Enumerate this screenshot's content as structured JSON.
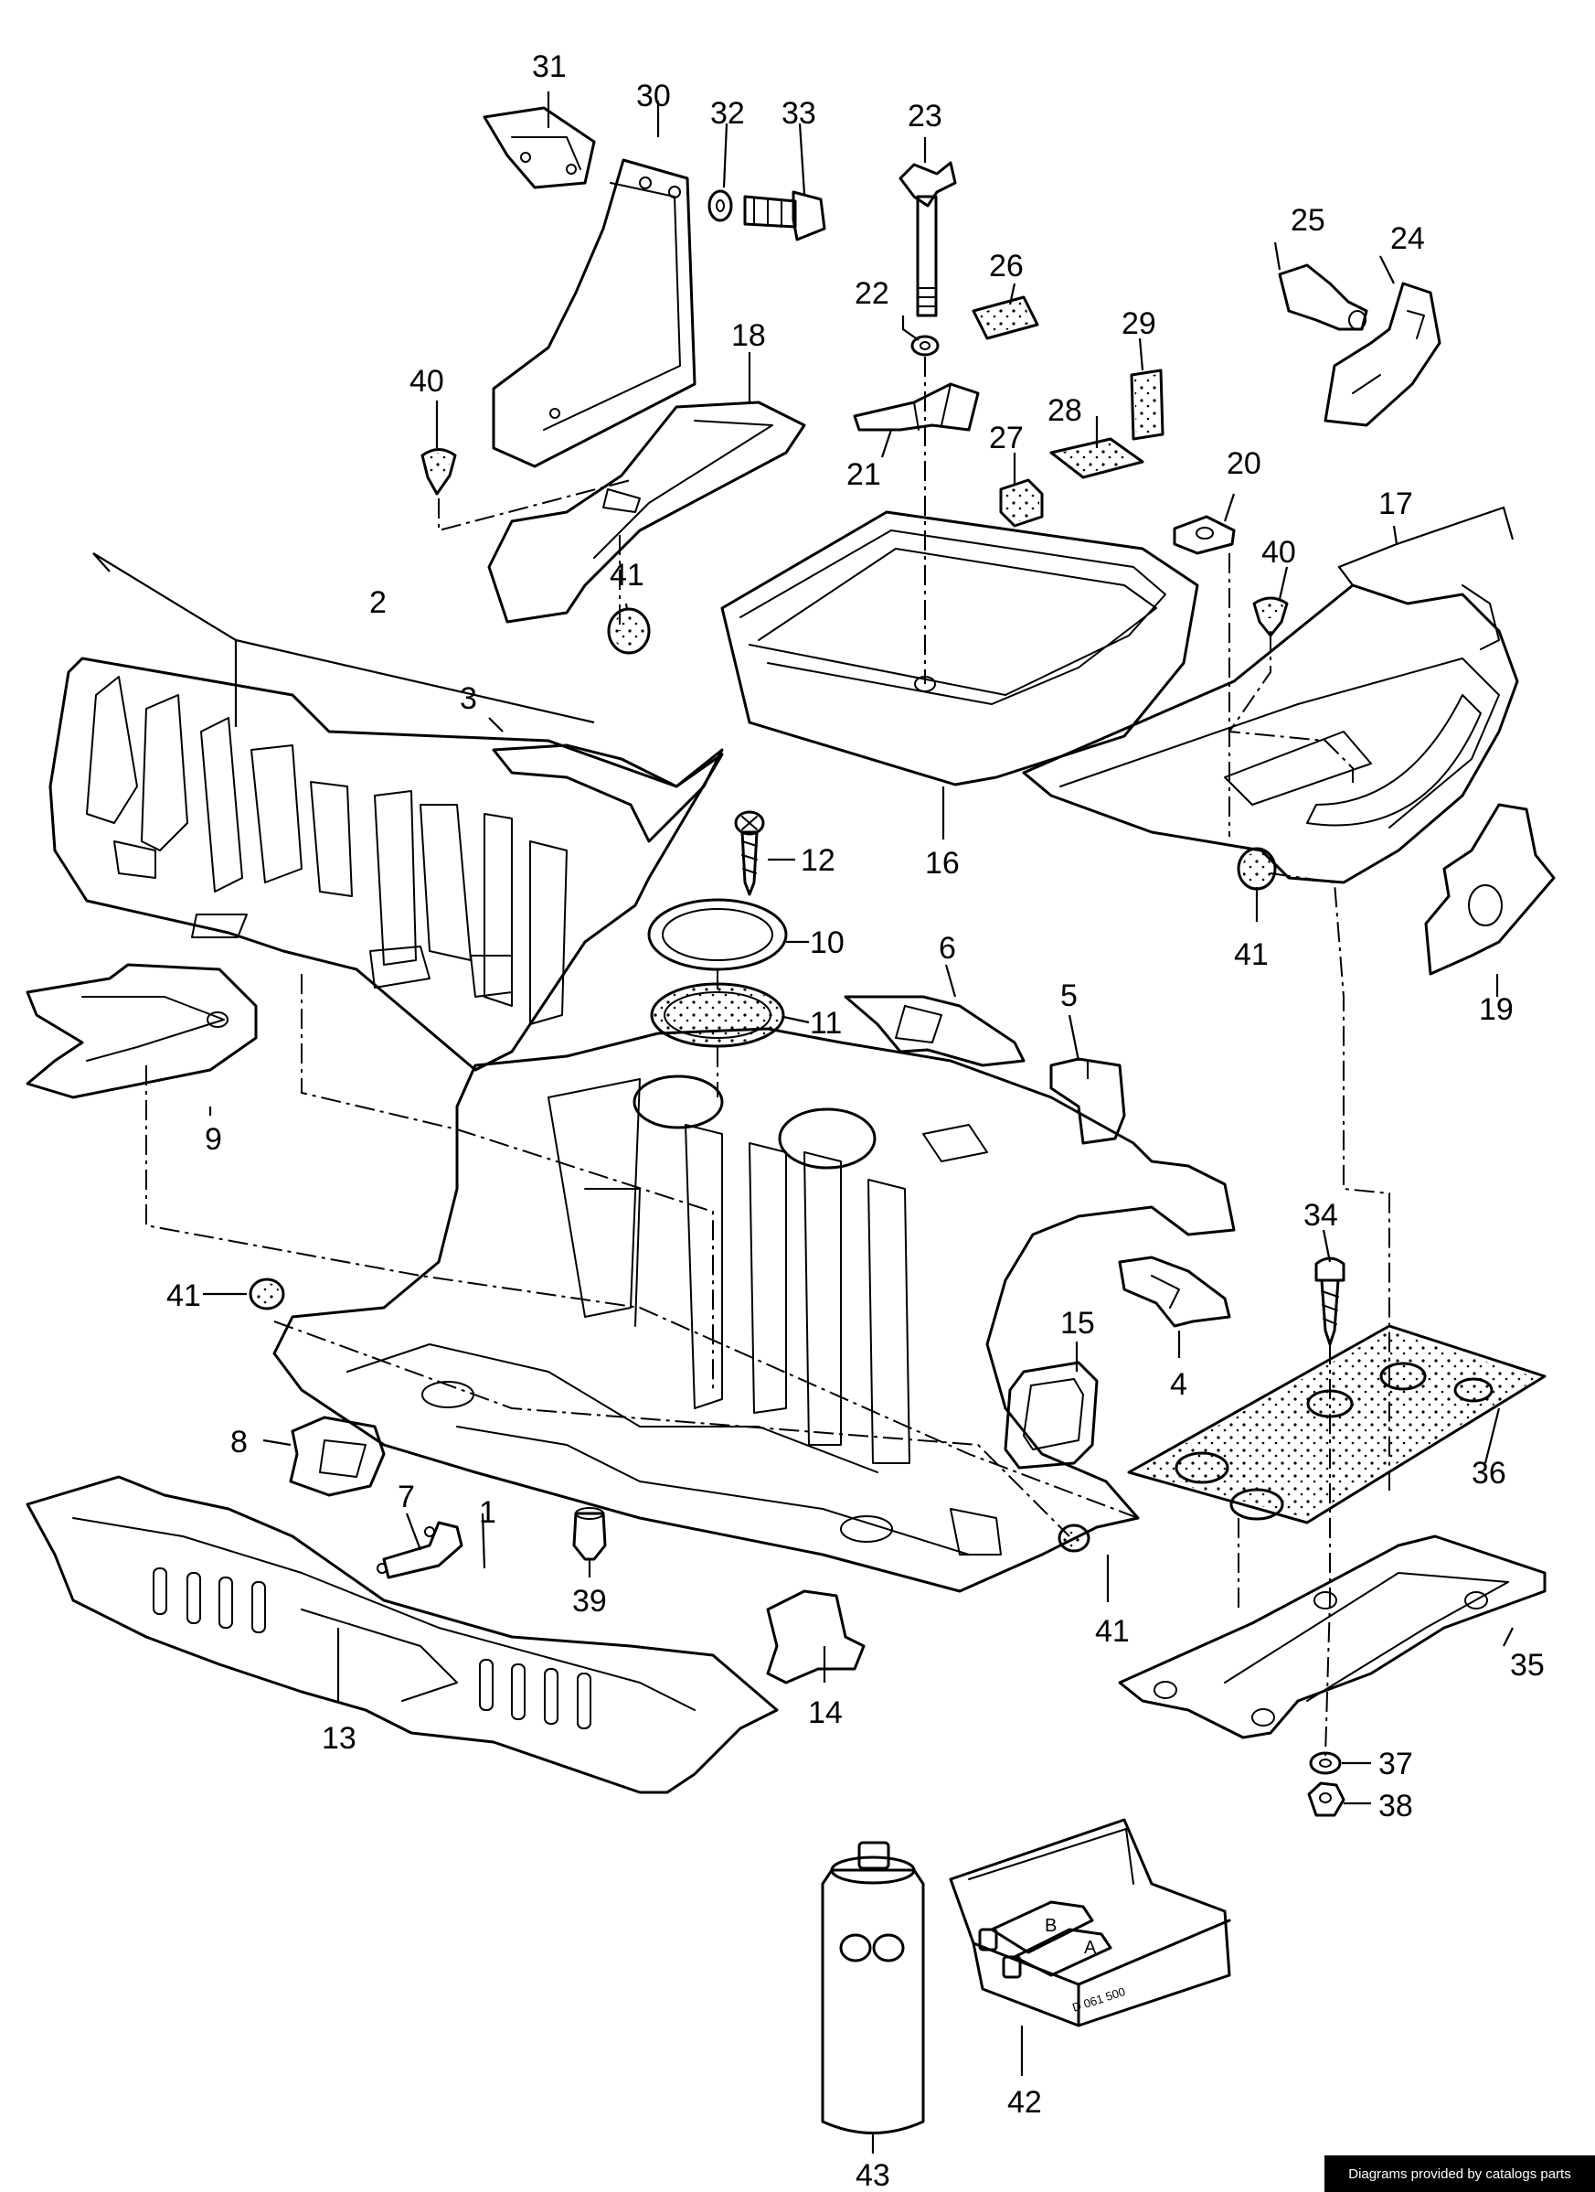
{
  "callouts": [
    "1",
    "2",
    "3",
    "4",
    "5",
    "6",
    "7",
    "8",
    "9",
    "10",
    "11",
    "12",
    "13",
    "14",
    "15",
    "16",
    "17",
    "18",
    "19",
    "20",
    "21",
    "22",
    "23",
    "24",
    "25",
    "26",
    "27",
    "28",
    "29",
    "30",
    "31",
    "32",
    "33",
    "34",
    "35",
    "36",
    "37",
    "38",
    "39",
    "40",
    "41",
    "42",
    "43"
  ],
  "box_markings": {
    "tube_b": "B",
    "tube_a": "A",
    "kit_code": "D 061 500"
  },
  "credit": "Diagrams provided by catalogs parts"
}
